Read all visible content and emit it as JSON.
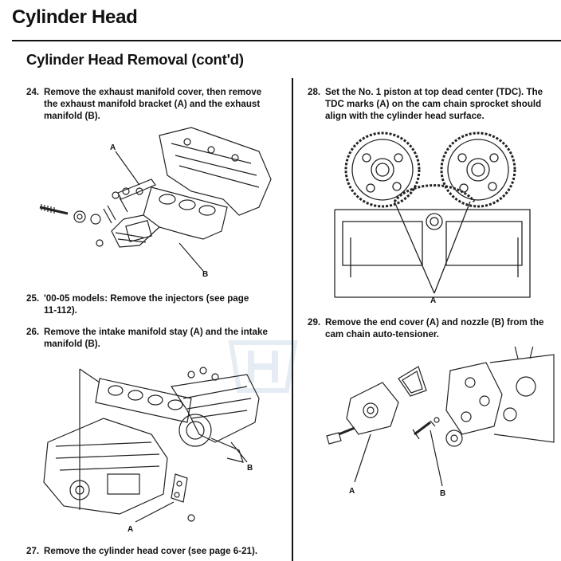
{
  "header": {
    "title": "Cylinder Head",
    "subtitle": "Cylinder Head Removal (cont'd)"
  },
  "steps": [
    {
      "num": "24.",
      "lines": [
        "Remove the exhaust manifold cover, then remove",
        "the exhaust manifold bracket (A) and the exhaust",
        "manifold (B)."
      ]
    },
    {
      "num": "25.",
      "lines": [
        "'00-05 models: Remove the injectors (see page",
        "11-112)."
      ]
    },
    {
      "num": "26.",
      "lines": [
        "Remove the intake manifold stay (A) and the intake",
        "manifold (B)."
      ]
    },
    {
      "num": "27.",
      "lines": [
        "Remove the cylinder head cover (see page 6-21)."
      ]
    },
    {
      "num": "28.",
      "lines": [
        "Set the No. 1 piston at top dead center (TDC). The",
        "TDC marks (A) on the cam chain sprocket should",
        "align with the cylinder head surface."
      ]
    },
    {
      "num": "29.",
      "lines": [
        "Remove the end cover (A) and nozzle (B) from the",
        "cam chain auto-tensioner."
      ]
    }
  ],
  "figures": {
    "fig24": {
      "labels": [
        "A",
        "B"
      ]
    },
    "fig26": {
      "labels": [
        "A",
        "B"
      ]
    },
    "fig28": {
      "labels": [
        "A"
      ]
    },
    "fig29": {
      "labels": [
        "A",
        "B"
      ]
    }
  }
}
